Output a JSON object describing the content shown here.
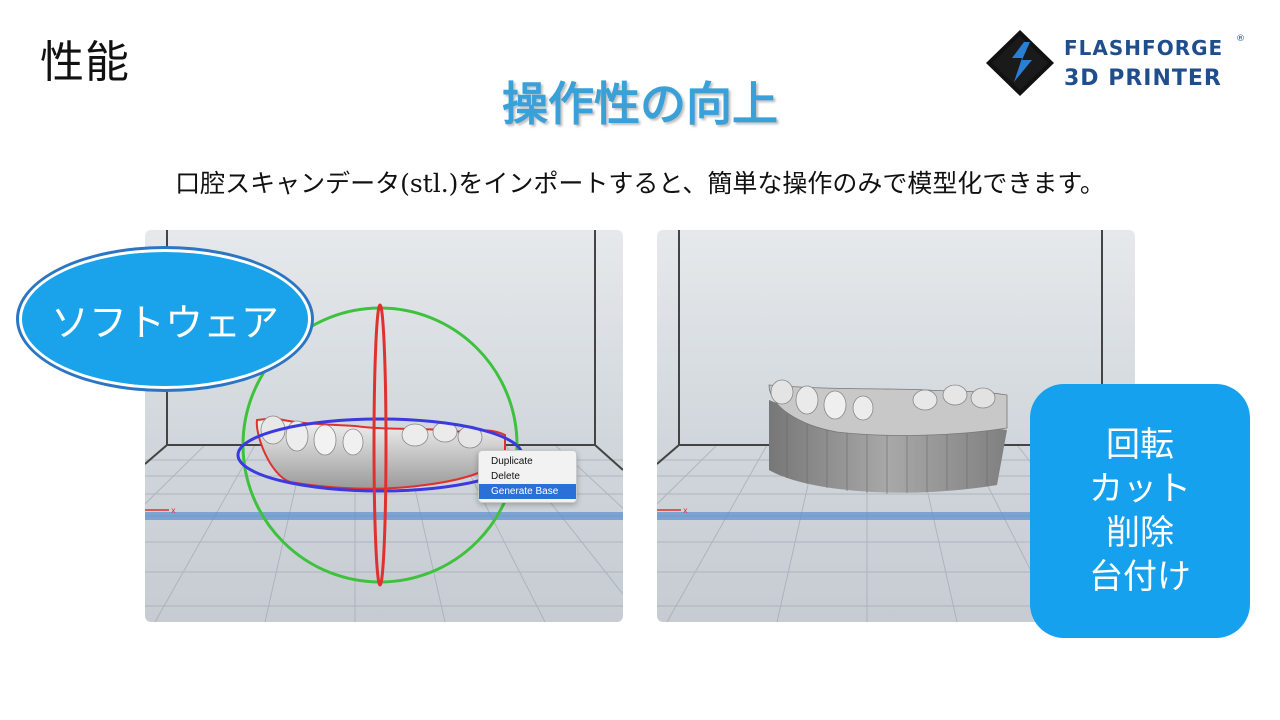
{
  "slide_label": "性能",
  "logo": {
    "line1": "FLASHFORGE",
    "line2": "3D PRINTER",
    "reg": "®"
  },
  "title": "操作性の向上",
  "subtitle": "口腔スキャンデータ(stl.)をインポートすると、簡単な操作のみで模型化できます。",
  "left_viewport": {
    "axis_label": "x",
    "context_menu": [
      "Duplicate",
      "Delete",
      "Generate Base"
    ],
    "selected_item": "Generate Base"
  },
  "right_viewport": {
    "axis_label": "x"
  },
  "software_badge": "ソフトウェア",
  "features": [
    "回転",
    "カット",
    "削除",
    "台付け"
  ],
  "colors": {
    "title": "#3aa0d8",
    "badge": "#1aa3ea",
    "feature_box": "#15a1ee",
    "logo": "#1f4e8c",
    "ring_green": "#3ec23e",
    "ring_red": "#e03030",
    "ring_blue": "#3a3ae0"
  }
}
